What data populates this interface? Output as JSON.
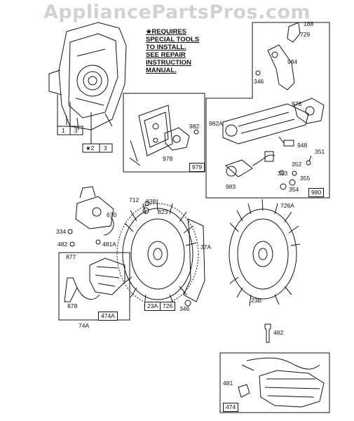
{
  "watermark": "AppliancePartsPros.com",
  "note_lines": [
    "★REQUIRES",
    "SPECIAL TOOLS",
    "TO INSTALL.",
    "SEE REPAIR",
    "INSTRUCTION",
    "MANUAL."
  ],
  "labels": {
    "p1": "1",
    "p3a": "3",
    "p2": "★2",
    "p3b": "3",
    "p188": "188",
    "p729": "729",
    "p984": "984",
    "p346a": "346",
    "p978a": "978",
    "p982a": "982A",
    "p948": "948",
    "p351": "351",
    "p352": "352",
    "p353": "353",
    "p355": "355",
    "p354": "354",
    "p983": "983",
    "p980": "980",
    "p982": "982",
    "p978b": "978",
    "p979": "979",
    "p712": "712",
    "p638": "638",
    "p823": "823",
    "p670": "670",
    "p334": "334",
    "p482a": "482",
    "p481a": "481A",
    "p877": "877",
    "p878": "878",
    "p74a": "74A",
    "p474a": "474A",
    "p37a": "37A",
    "p23a": "23A",
    "p726": "726",
    "p346b": "346",
    "p726a": "726A",
    "p23b": "23B",
    "p482b": "482",
    "p481": "481",
    "p474": "474"
  }
}
